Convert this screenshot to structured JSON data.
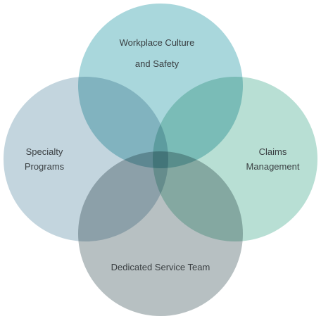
{
  "diagram": {
    "type": "four-circle-venn",
    "circles": [
      {
        "key": "top",
        "lines": [
          "Workplace Culture",
          "and Safety"
        ],
        "color": "#a9d7dc"
      },
      {
        "key": "left",
        "lines": [
          "Specialty",
          "Programs"
        ],
        "color": "#c3d5de"
      },
      {
        "key": "right",
        "lines": [
          "Claims",
          "Management"
        ],
        "color": "#b8dfd4"
      },
      {
        "key": "bottom",
        "lines": [
          "Dedicated Service Team"
        ],
        "color": "#b7c0c2"
      }
    ]
  }
}
